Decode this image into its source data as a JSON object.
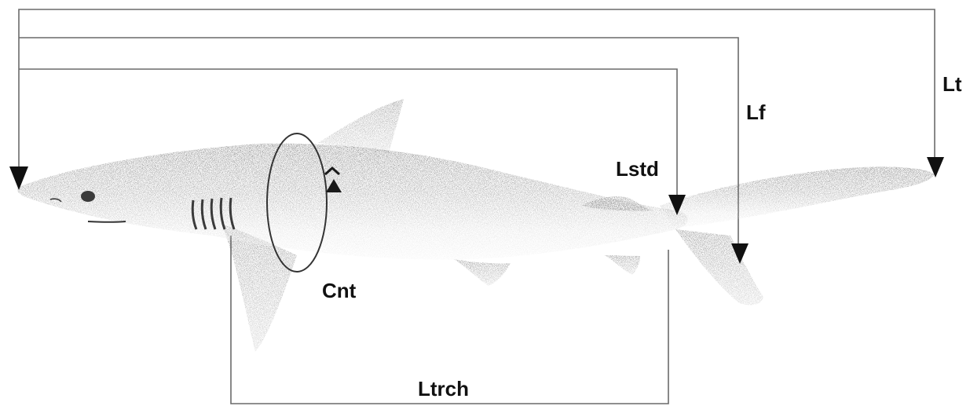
{
  "labels": {
    "lt": "Lt",
    "lf": "Lf",
    "lstd": "Lstd",
    "cnt": "Cnt",
    "ltrch": "Ltrch"
  }
}
